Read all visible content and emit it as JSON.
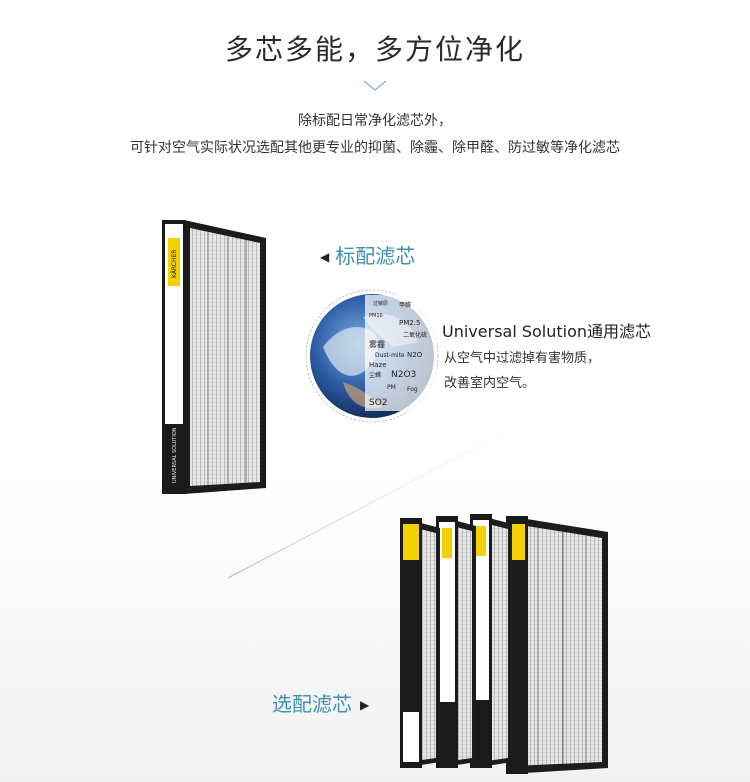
{
  "header": {
    "title": "多芯多能，多方位净化",
    "desc_line1": "除标配日常净化滤芯外，",
    "desc_line2": "可针对空气实际状况选配其他更专业的抑菌、除霾、除甲醛、防过敏等净化滤芯"
  },
  "standard": {
    "label": "标配滤芯",
    "arrow": "◀"
  },
  "universal": {
    "title": "Universal Solution通用滤芯",
    "line1": "从空气中过滤掉有害物质，",
    "line2": "改善室内空气。"
  },
  "optional": {
    "label": "选配滤芯",
    "arrow": "▶"
  },
  "globe_words": [
    "过敏原",
    "甲醛",
    "PM10",
    "PM2.5",
    "二氧化硫",
    "雾霾",
    "Dust-mite",
    "N2O",
    "Haze",
    "尘螨",
    "N2O3",
    "PM",
    "Fog",
    "SO2"
  ],
  "brand": "KÄRCHER",
  "filter_label": "UNIVERSAL SOLUTION",
  "colors": {
    "accent": "#3f8fb0",
    "frame": "#1a1a1a",
    "brand_yellow": "#f3d000"
  }
}
